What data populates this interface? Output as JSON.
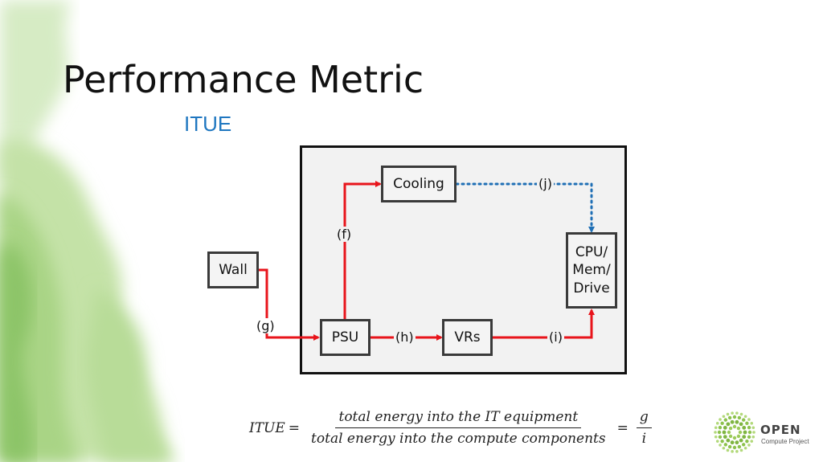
{
  "slide": {
    "title": "Performance Metric",
    "subtitle": "ITUE"
  },
  "diagram": {
    "nodes": {
      "wall": "Wall",
      "psu": "PSU",
      "cooling": "Cooling",
      "vrs": "VRs",
      "cpu": "CPU/\nMem/\nDrive"
    },
    "edge_labels": {
      "g": "(g)",
      "f": "(f)",
      "h": "(h)",
      "i": "(i)",
      "j": "(j)"
    },
    "colors": {
      "power_flow": "#e8141b",
      "cooling_flow": "#1f6fb5"
    }
  },
  "formula": {
    "lhs": "ITUE",
    "numerator": "total energy into the IT equipment",
    "denominator": "total energy into the compute components",
    "ratio_numerator": "g",
    "ratio_denominator": "i"
  },
  "logo": {
    "word": "OPEN",
    "sub": "Compute Project"
  }
}
